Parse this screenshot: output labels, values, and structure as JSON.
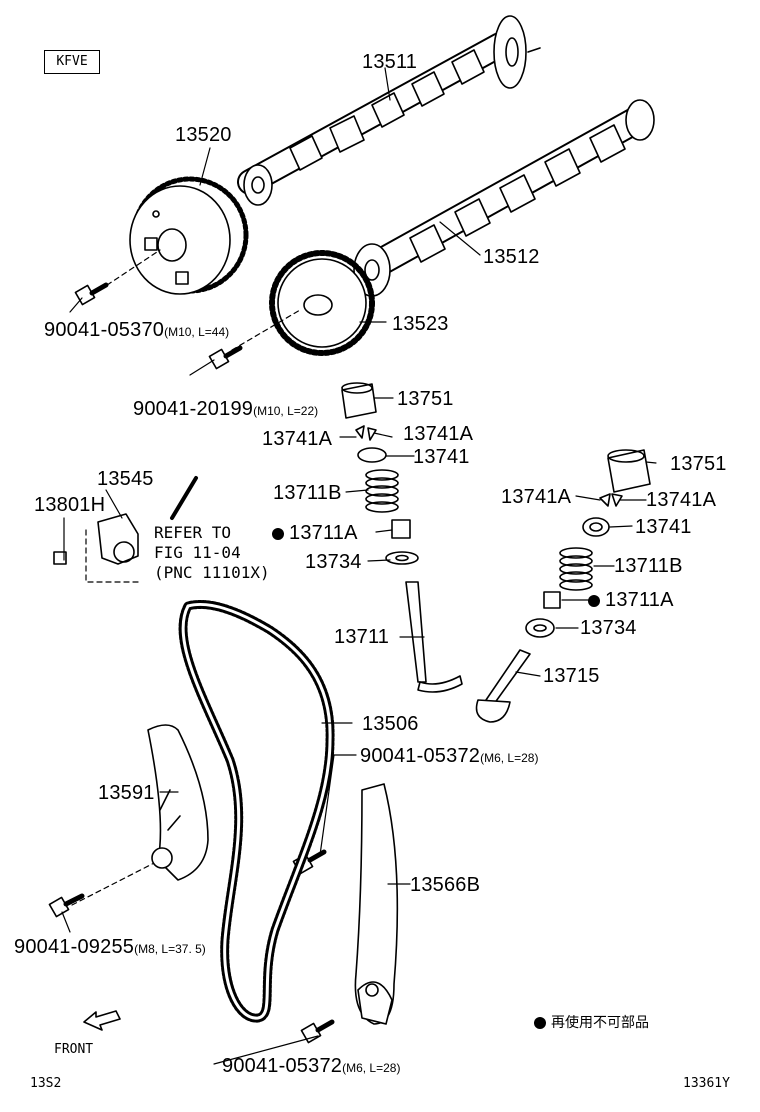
{
  "engine_tag": "KFVE",
  "parts": [
    {
      "id": "p13511",
      "part": "13511"
    },
    {
      "id": "p13520",
      "part": "13520"
    },
    {
      "id": "p13512",
      "part": "13512"
    },
    {
      "id": "p13523",
      "part": "13523"
    },
    {
      "id": "p13751a",
      "part": "13751"
    },
    {
      "id": "p13741Aa",
      "part": "13741A"
    },
    {
      "id": "p13741Ab",
      "part": "13741A"
    },
    {
      "id": "p13741a",
      "part": "13741"
    },
    {
      "id": "p13711Ba",
      "part": "13711B"
    },
    {
      "id": "p13711Aa",
      "part": "13711A"
    },
    {
      "id": "p13734a",
      "part": "13734"
    },
    {
      "id": "p13711",
      "part": "13711"
    },
    {
      "id": "p13545",
      "part": "13545"
    },
    {
      "id": "p13801H",
      "part": "13801H"
    },
    {
      "id": "p13751b",
      "part": "13751"
    },
    {
      "id": "p13741Ac",
      "part": "13741A"
    },
    {
      "id": "p13741Ad",
      "part": "13741A"
    },
    {
      "id": "p13741b",
      "part": "13741"
    },
    {
      "id": "p13711Bb",
      "part": "13711B"
    },
    {
      "id": "p13711Ab",
      "part": "13711A"
    },
    {
      "id": "p13734b",
      "part": "13734"
    },
    {
      "id": "p13715",
      "part": "13715"
    },
    {
      "id": "p13506",
      "part": "13506"
    },
    {
      "id": "p13591",
      "part": "13591"
    },
    {
      "id": "p13566B",
      "part": "13566B"
    }
  ],
  "bolts": [
    {
      "id": "b05370",
      "part": "90041-05370",
      "spec": "(M10, L=44)"
    },
    {
      "id": "b20199",
      "part": "90041-20199",
      "spec": "(M10, L=22)"
    },
    {
      "id": "b05372a",
      "part": "90041-05372",
      "spec": "(M6, L=28)"
    },
    {
      "id": "b09255",
      "part": "90041-09255",
      "spec": "(M8, L=37. 5)"
    },
    {
      "id": "b05372b",
      "part": "90041-05372",
      "spec": "(M6, L=28)"
    }
  ],
  "reference": {
    "line1": "REFER TO",
    "line2": "FIG 11-04",
    "line3": "(PNC 11101X)"
  },
  "legend_note": "再使用不可部品",
  "front_label": "FRONT",
  "page_code_left": "13S2",
  "page_code_right": "13361Y"
}
